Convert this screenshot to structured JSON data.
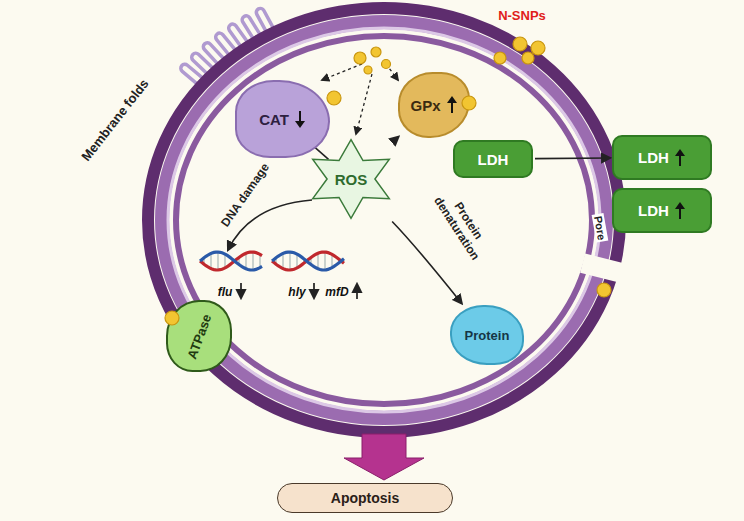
{
  "diagram": {
    "nodes": [
      {
        "text": [
          "CAT"
        ]
      },
      {
        "text": [
          "GPx"
        ]
      },
      {
        "text": [
          "ROS"
        ]
      },
      {
        "text": [
          "LDH"
        ]
      },
      {
        "text": [
          "LDH"
        ]
      },
      {
        "text": [
          "LDH"
        ]
      },
      {
        "text": [
          "Protein"
        ]
      },
      {
        "text": [
          "ATPase"
        ]
      },
      {
        "text": [
          "Apoptosis"
        ]
      }
    ],
    "edges": [
      {
        "from": 0,
        "to": 2,
        "arrow": "to"
      },
      {
        "from": 1,
        "to": 2,
        "arrow": "to"
      },
      {
        "from": 2,
        "to": 6,
        "arrow": "to",
        "label": "Protein denaturation"
      },
      {
        "from": 3,
        "to": 4,
        "arrow": "to"
      }
    ],
    "labels": [
      "Membrane folds",
      "N-SNPs",
      "DNA damage",
      "flu",
      "hly",
      "mfD",
      "Pore"
    ]
  }
}
